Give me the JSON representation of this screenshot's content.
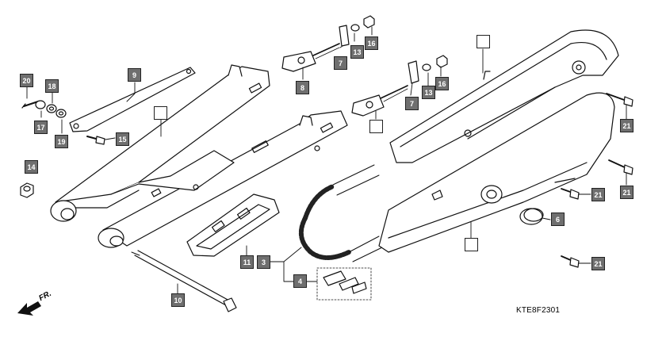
{
  "diagram": {
    "code": "KTE8F2301",
    "direction_label": "FR.",
    "callouts": [
      {
        "id": "c20",
        "label": "20"
      },
      {
        "id": "c18",
        "label": "18"
      },
      {
        "id": "c17",
        "label": "17"
      },
      {
        "id": "c19",
        "label": "19"
      },
      {
        "id": "c9",
        "label": "9"
      },
      {
        "id": "c15",
        "label": "15"
      },
      {
        "id": "c14",
        "label": "14"
      },
      {
        "id": "c-swingarm",
        "label": ""
      },
      {
        "id": "c8",
        "label": "8"
      },
      {
        "id": "c7a",
        "label": "7"
      },
      {
        "id": "c13a",
        "label": "13"
      },
      {
        "id": "c16a",
        "label": "16"
      },
      {
        "id": "c7b",
        "label": "7"
      },
      {
        "id": "c13b",
        "label": "13"
      },
      {
        "id": "c16b",
        "label": "16"
      },
      {
        "id": "c-adjuster",
        "label": ""
      },
      {
        "id": "c-upper-case",
        "label": ""
      },
      {
        "id": "c21a",
        "label": "21"
      },
      {
        "id": "c21b",
        "label": "21"
      },
      {
        "id": "c21c",
        "label": "21"
      },
      {
        "id": "c21d",
        "label": "21"
      },
      {
        "id": "c6",
        "label": "6"
      },
      {
        "id": "c-lower-case",
        "label": ""
      },
      {
        "id": "c11",
        "label": "11"
      },
      {
        "id": "c3",
        "label": "3"
      },
      {
        "id": "c4",
        "label": "4"
      },
      {
        "id": "c10",
        "label": "10"
      }
    ]
  }
}
